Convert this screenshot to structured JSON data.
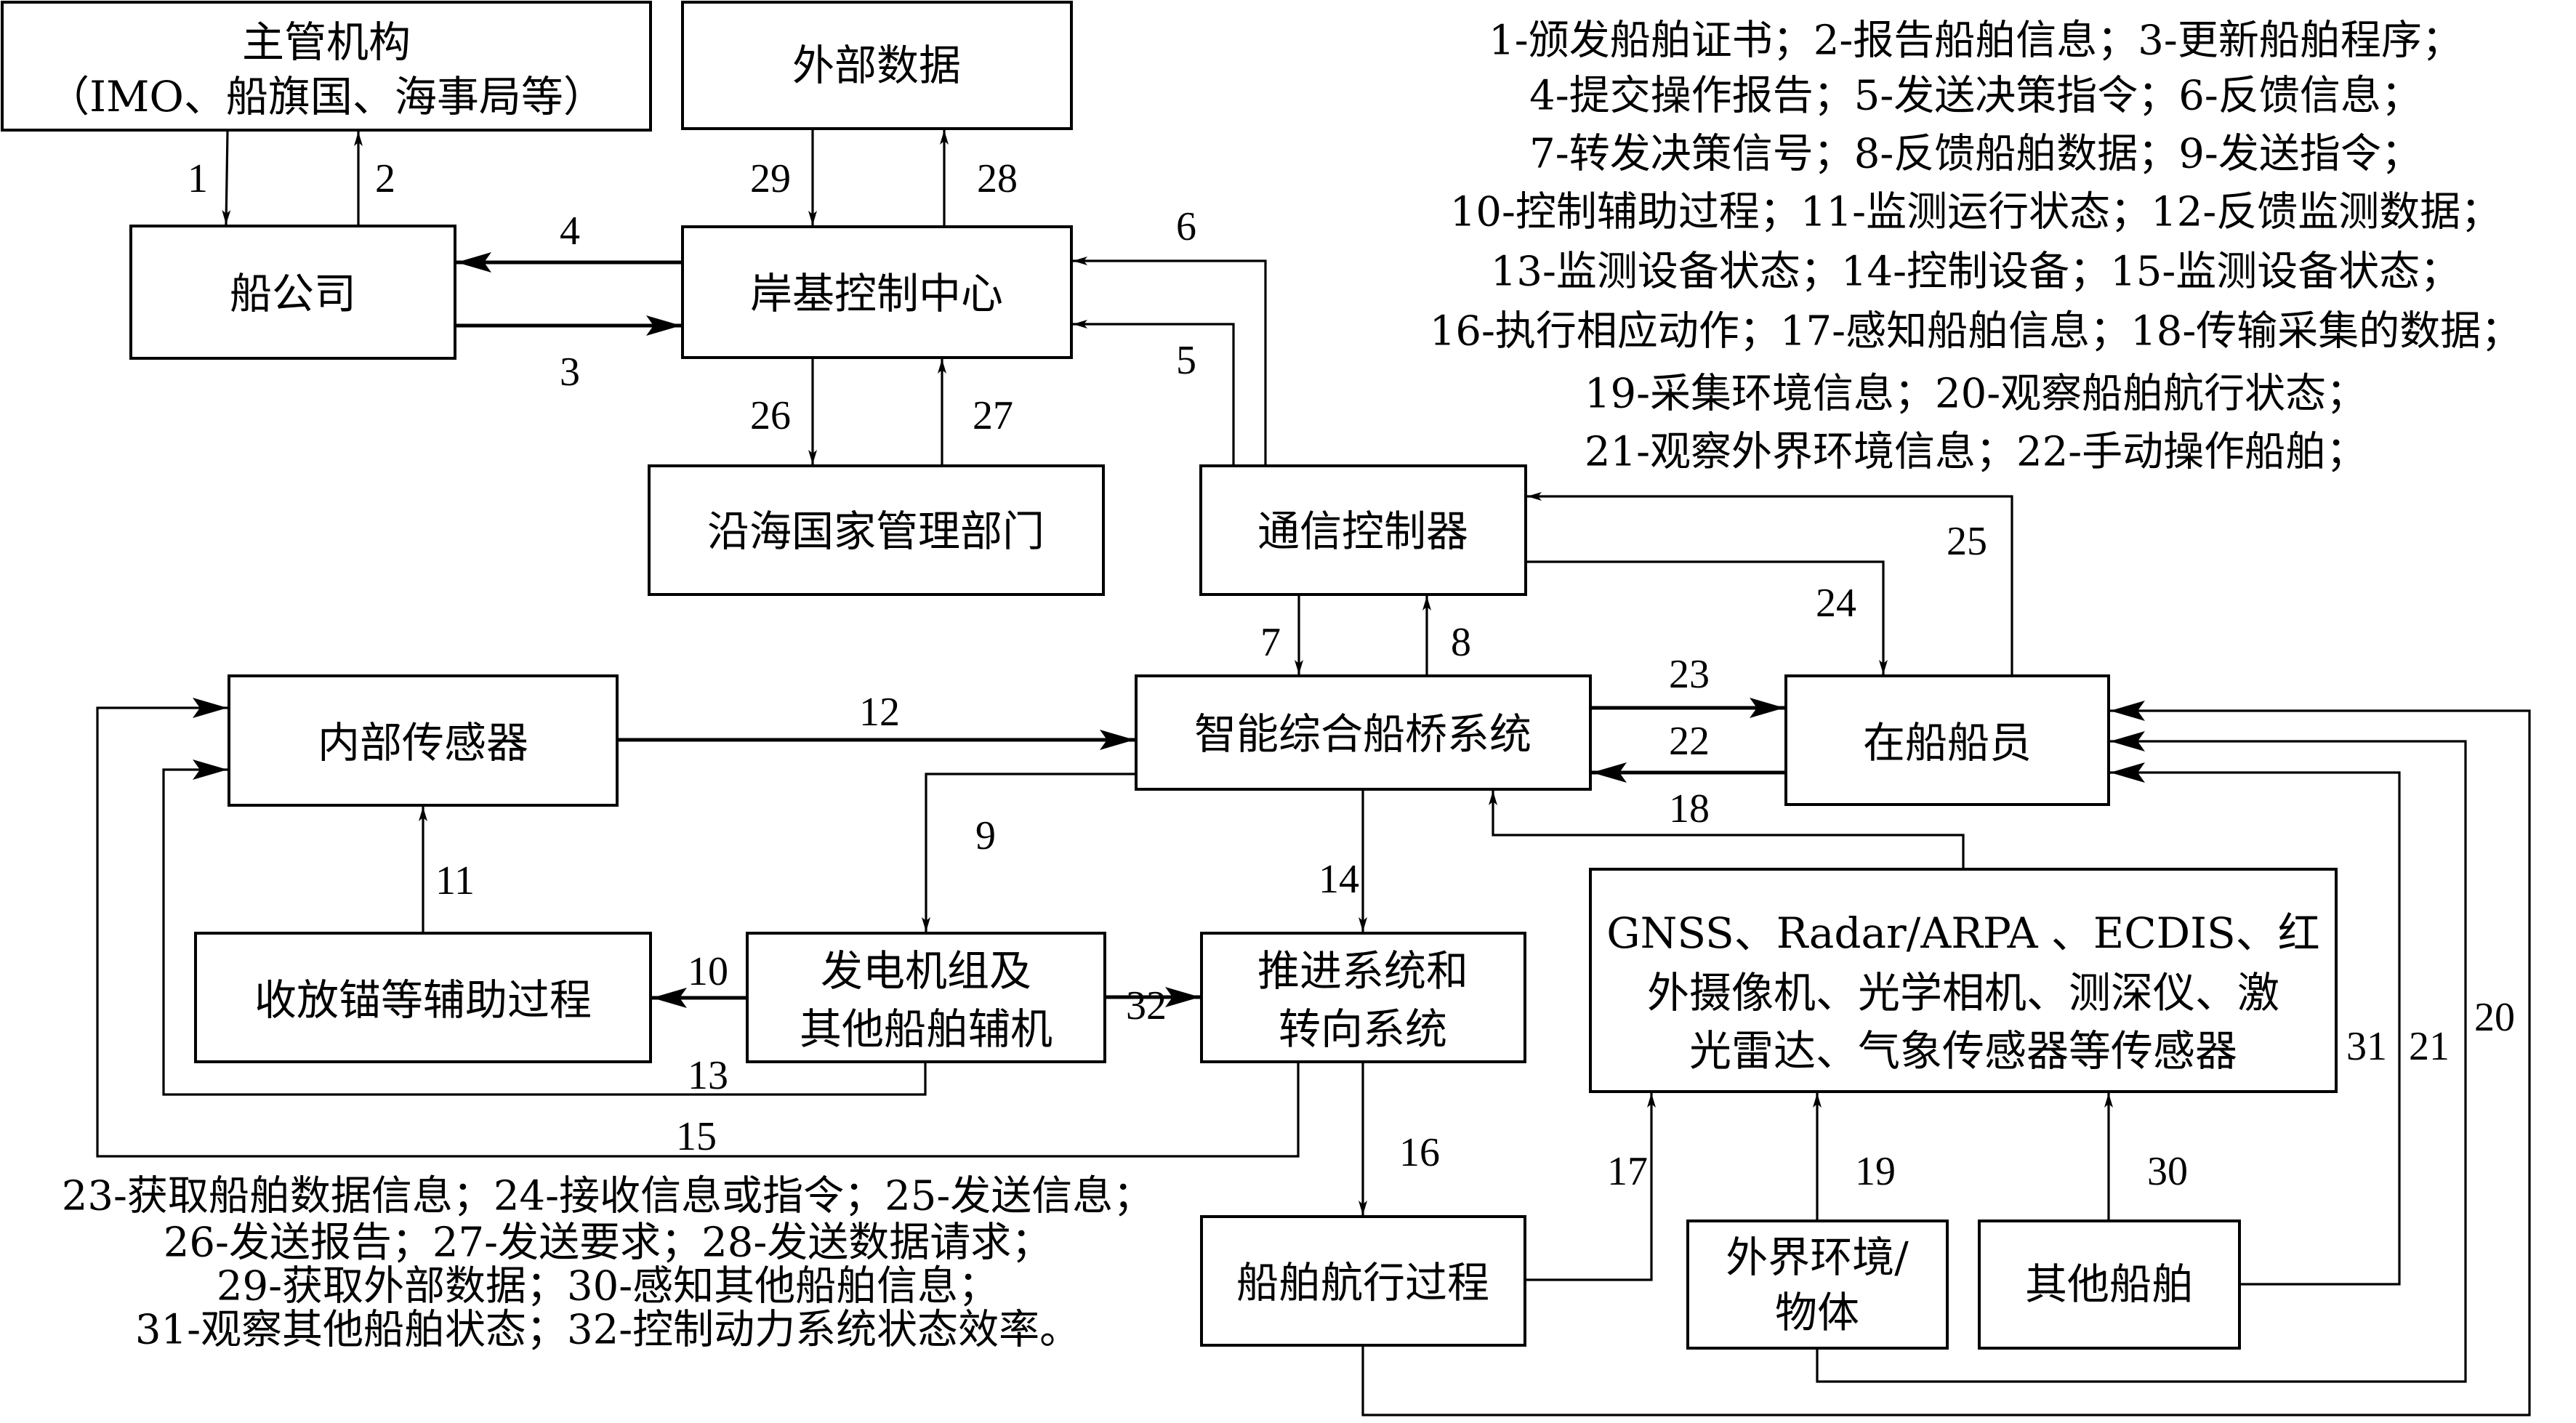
{
  "diagram": {
    "boxes": {
      "authority": {
        "line1": "主管机构",
        "line2": "（IMO、船旗国、海事局等）"
      },
      "external_data": {
        "line1": "外部数据"
      },
      "ship_company": {
        "line1": "船公司"
      },
      "shore_control": {
        "line1": "岸基控制中心"
      },
      "coastal_admin": {
        "line1": "沿海国家管理部门"
      },
      "comm_controller": {
        "line1": "通信控制器"
      },
      "internal_sensors": {
        "line1": "内部传感器"
      },
      "bridge_system": {
        "line1": "智能综合船桥系统"
      },
      "crew": {
        "line1": "在船船员"
      },
      "aux_process": {
        "line1": "收放锚等辅助过程"
      },
      "generator": {
        "line1": "发电机组及",
        "line2": "其他船舶辅机"
      },
      "propulsion": {
        "line1": "推进系统和",
        "line2": "转向系统"
      },
      "sensors": {
        "line1": "GNSS、Radar/ARPA 、ECDIS、红",
        "line2": "外摄像机、光学相机、测深仪、激",
        "line3": "光雷达、气象传感器等传感器"
      },
      "navigation": {
        "line1": "船舶航行过程"
      },
      "environment": {
        "line1": "外界环境/",
        "line2": "物体"
      },
      "other_ships": {
        "line1": "其他船舶"
      }
    },
    "flow_labels": {
      "f1": "1",
      "f2": "2",
      "f3": "3",
      "f4": "4",
      "f5": "5",
      "f6": "6",
      "f7": "7",
      "f8": "8",
      "f9": "9",
      "f10": "10",
      "f11": "11",
      "f12": "12",
      "f13": "13",
      "f14": "14",
      "f15": "15",
      "f16": "16",
      "f17": "17",
      "f18": "18",
      "f19": "19",
      "f20": "20",
      "f21": "21",
      "f22": "22",
      "f23": "23",
      "f24": "24",
      "f25": "25",
      "f26": "26",
      "f27": "27",
      "f28": "28",
      "f29": "29",
      "f30": "30",
      "f31": "31",
      "f32": "32"
    },
    "legend_top": [
      "1-颁发船舶证书；2-报告船舶信息；3-更新船舶程序；",
      "4-提交操作报告；5-发送决策指令；6-反馈信息；",
      "7-转发决策信号；8-反馈船舶数据；9-发送指令；",
      "10-控制辅助过程；11-监测运行状态；12-反馈监测数据；",
      "13-监测设备状态；14-控制设备；15-监测设备状态；",
      "16-执行相应动作；17-感知船舶信息；18-传输采集的数据；",
      "19-采集环境信息；20-观察船舶航行状态；",
      "21-观察外界环境信息；22-手动操作船舶；"
    ],
    "legend_bottom": [
      "23-获取船舶数据信息；24-接收信息或指令；25-发送信息；",
      "26-发送报告；27-发送要求；28-发送数据请求；",
      "29-获取外部数据；30-感知其他船舶信息；",
      "31-观察其他船舶状态；32-控制动力系统状态效率。"
    ]
  }
}
